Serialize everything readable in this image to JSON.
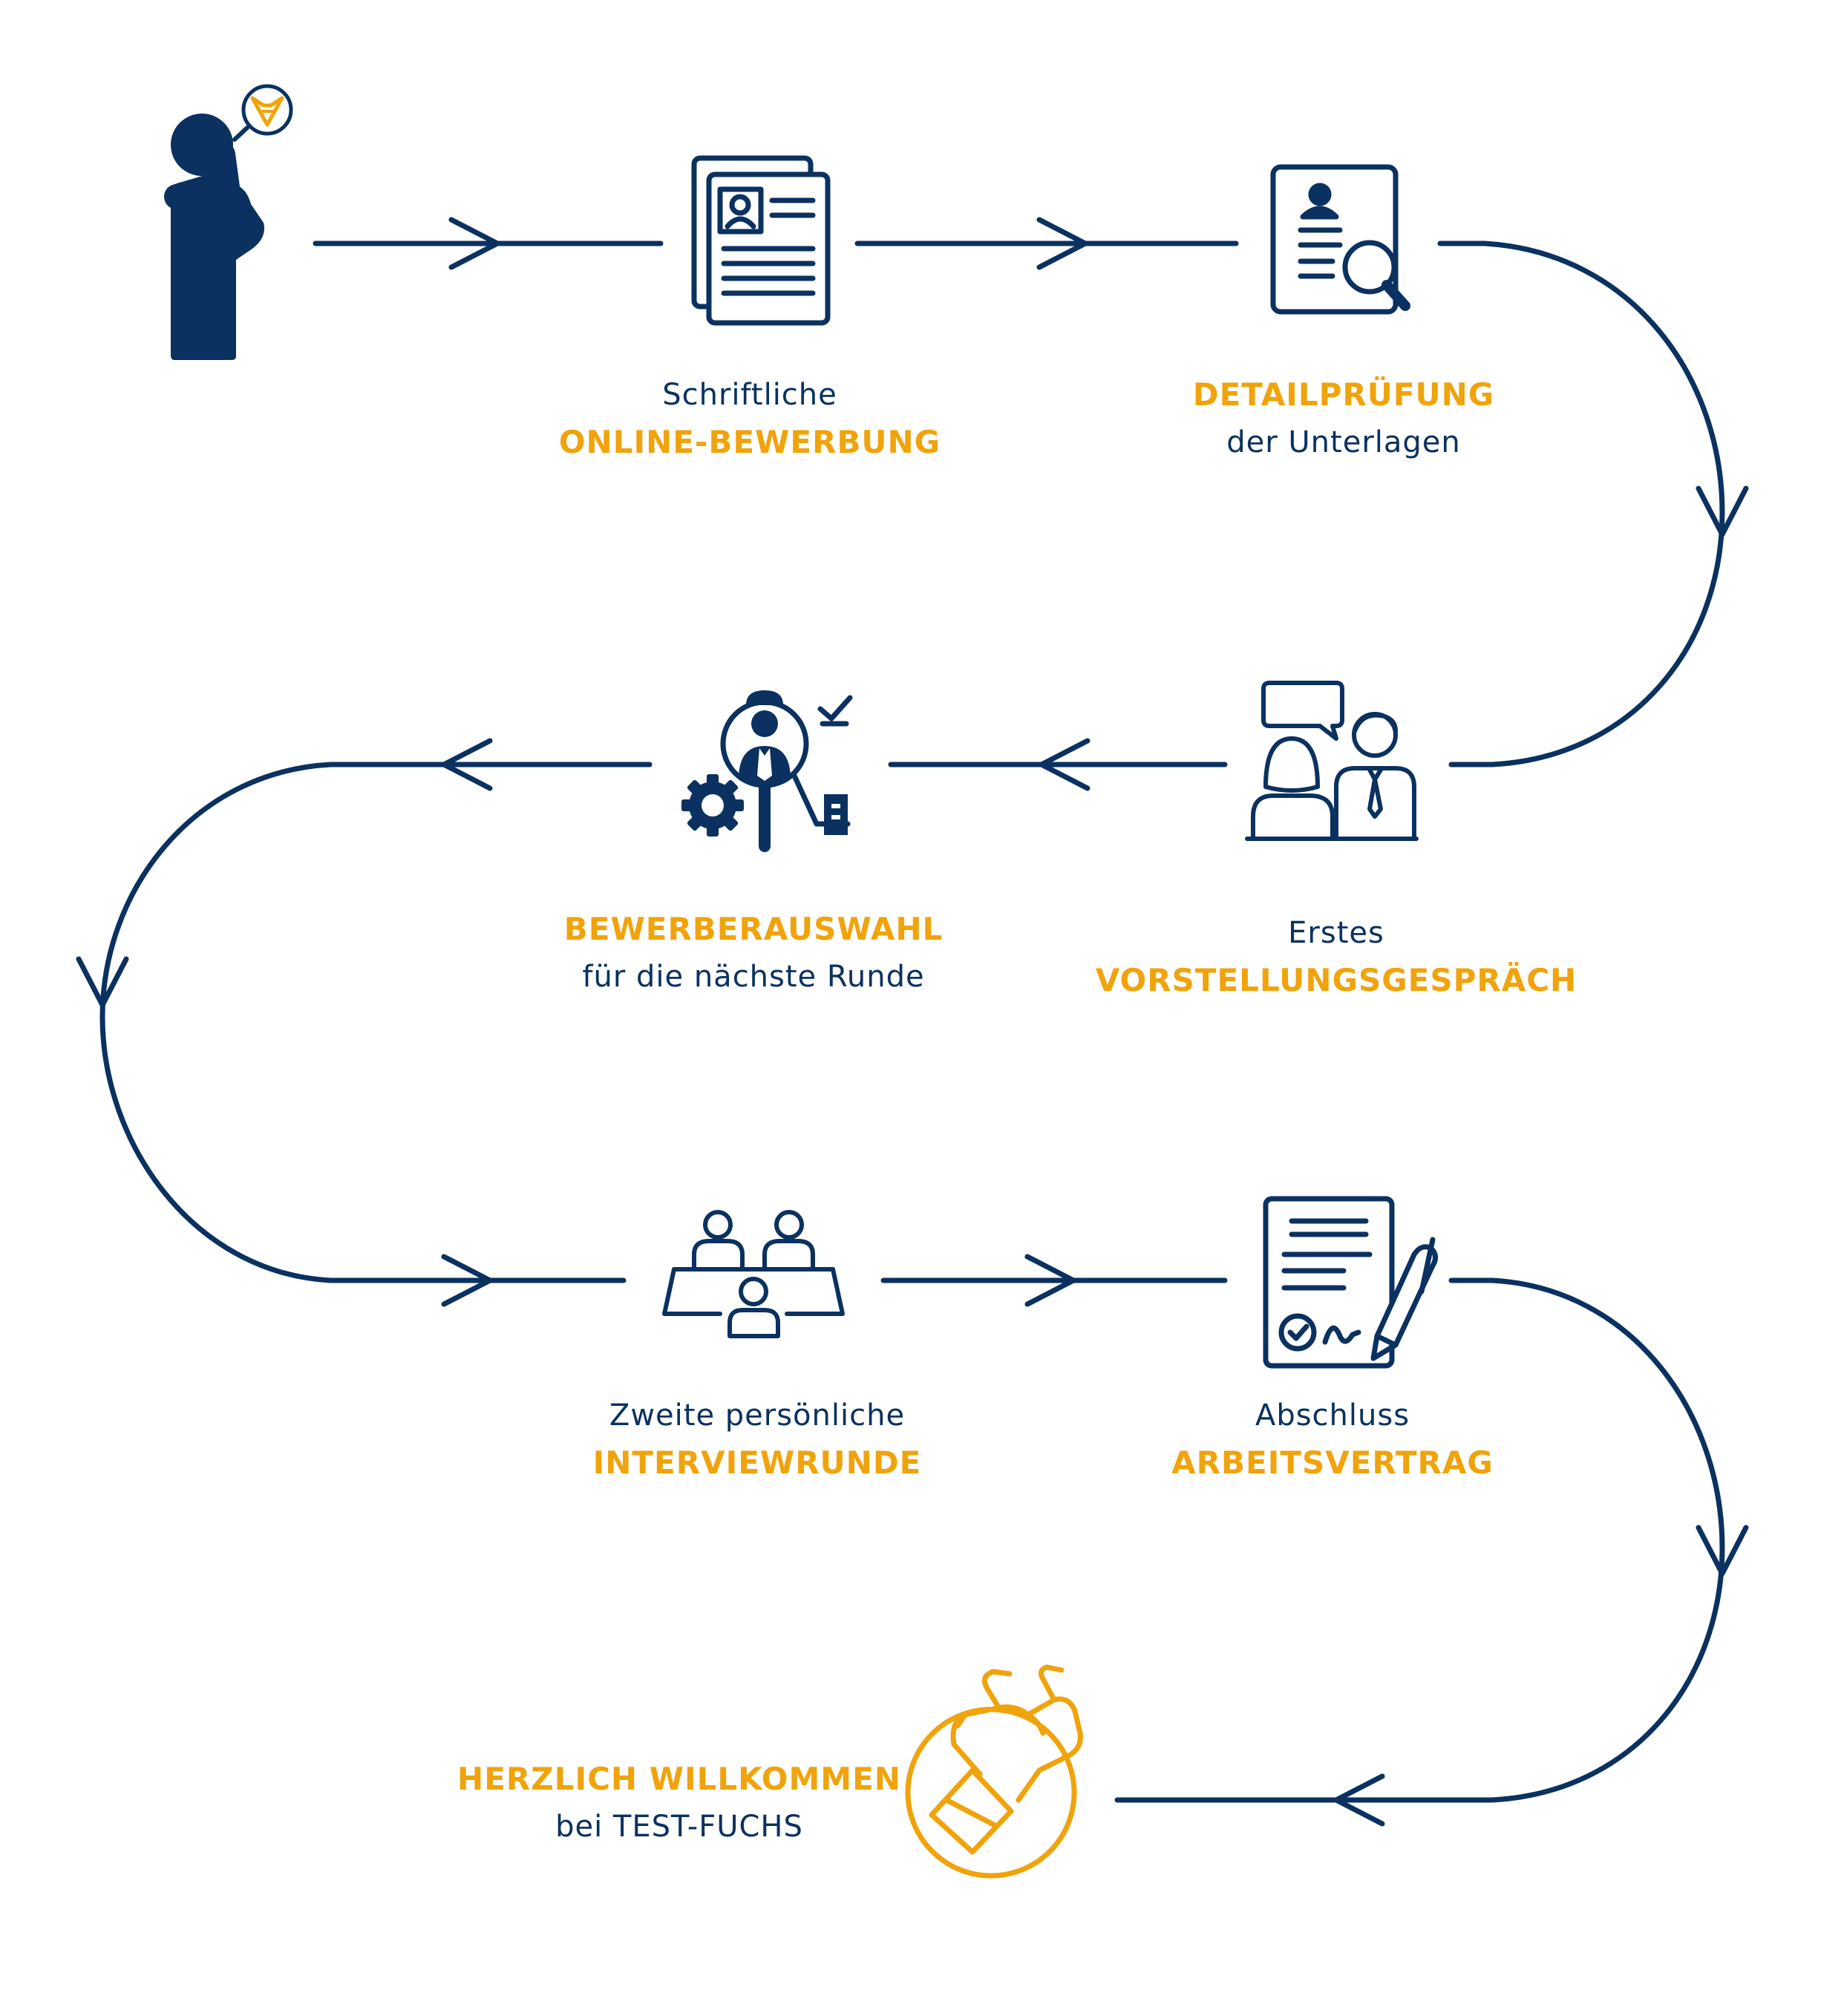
{
  "colors": {
    "navy": "#0a3160",
    "orange": "#f0a30a",
    "background": "#ffffff"
  },
  "steps": [
    {
      "id": "online-bewerbung",
      "icon": "application-document-icon",
      "line1": "Schriftliche",
      "line2": "ONLINE-BEWERBUNG",
      "highlight": "line2"
    },
    {
      "id": "detailpruefung",
      "icon": "document-magnifier-icon",
      "line1": "DETAILPRÜFUNG",
      "line2": "der Unterlagen",
      "highlight": "line1"
    },
    {
      "id": "vorstellungsgespraech",
      "icon": "interview-people-icon",
      "line1": "Erstes",
      "line2": "VORSTELLUNGSGESPRÄCH",
      "highlight": "line2"
    },
    {
      "id": "bewerberauswahl",
      "icon": "candidate-search-gear-icon",
      "line1": "BEWERBERAUSWAHL",
      "line2": "für die nächste Runde",
      "highlight": "line1"
    },
    {
      "id": "interviewrunde",
      "icon": "meeting-table-icon",
      "line1": "Zweite persönliche",
      "line2": "INTERVIEWRUNDE",
      "highlight": "line2"
    },
    {
      "id": "arbeitsvertrag",
      "icon": "signed-contract-icon",
      "line1": "Abschluss",
      "line2": "ARBEITSVERTRAG",
      "highlight": "line2"
    },
    {
      "id": "willkommen",
      "icon": "handshake-icon",
      "line1": "HERZLICH WILLKOMMEN",
      "line2": "bei TEST-FUCHS",
      "highlight": "line1"
    }
  ],
  "start": {
    "icon": "thinking-person-icon",
    "badge_icon": "fox-logo-icon"
  }
}
